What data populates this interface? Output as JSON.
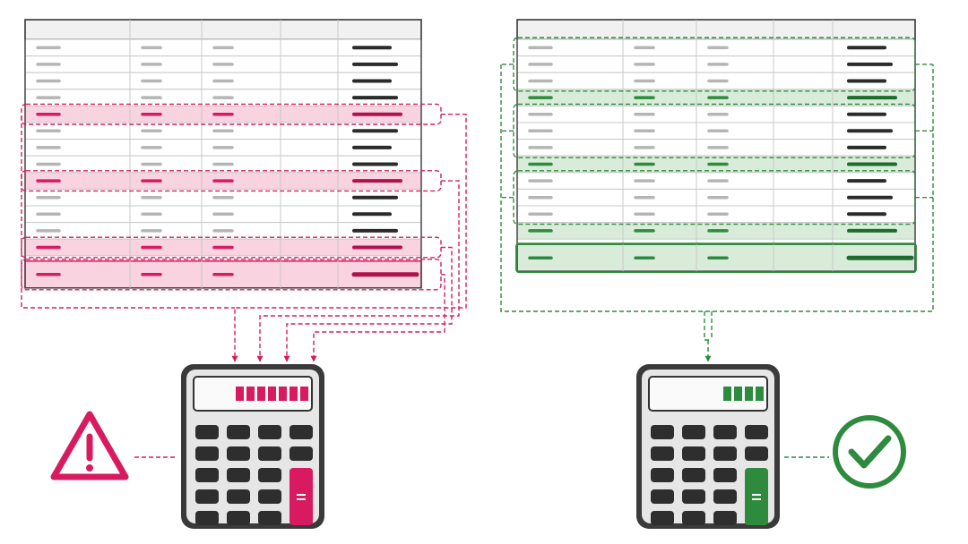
{
  "colors": {
    "bad": "#d81b60",
    "bad_fill": "#f9d3df",
    "bad_dark": "#b0124c",
    "good": "#2e8b3e",
    "good_fill": "#d9ecd9",
    "good_dark": "#1e6b30",
    "grid": "#c9c9c9",
    "placeholder_light": "#b5b5b5",
    "placeholder_dark": "#2b2b2b",
    "calc_body": "#3a3a3a",
    "calc_face": "#e6e6e6",
    "calc_key": "#2e2e2e"
  },
  "panels": [
    {
      "id": "incorrect",
      "status_icon": "warning-icon",
      "row_pattern": [
        "detail",
        "detail",
        "detail",
        "detail",
        "subtotal",
        "detail",
        "detail",
        "detail",
        "subtotal",
        "detail",
        "detail",
        "detail",
        "subtotal",
        "total"
      ],
      "summed_rows": [
        "subtotal",
        "total"
      ],
      "display_segments": 7,
      "arrow_count": 4
    },
    {
      "id": "correct",
      "status_icon": "check-circle-icon",
      "row_pattern": [
        "detail",
        "detail",
        "detail",
        "subtotal",
        "detail",
        "detail",
        "detail",
        "subtotal",
        "detail",
        "detail",
        "detail",
        "subtotal",
        "total"
      ],
      "summed_rows": [
        "detail-groups"
      ],
      "display_segments": 4,
      "arrow_count": 1
    }
  ]
}
